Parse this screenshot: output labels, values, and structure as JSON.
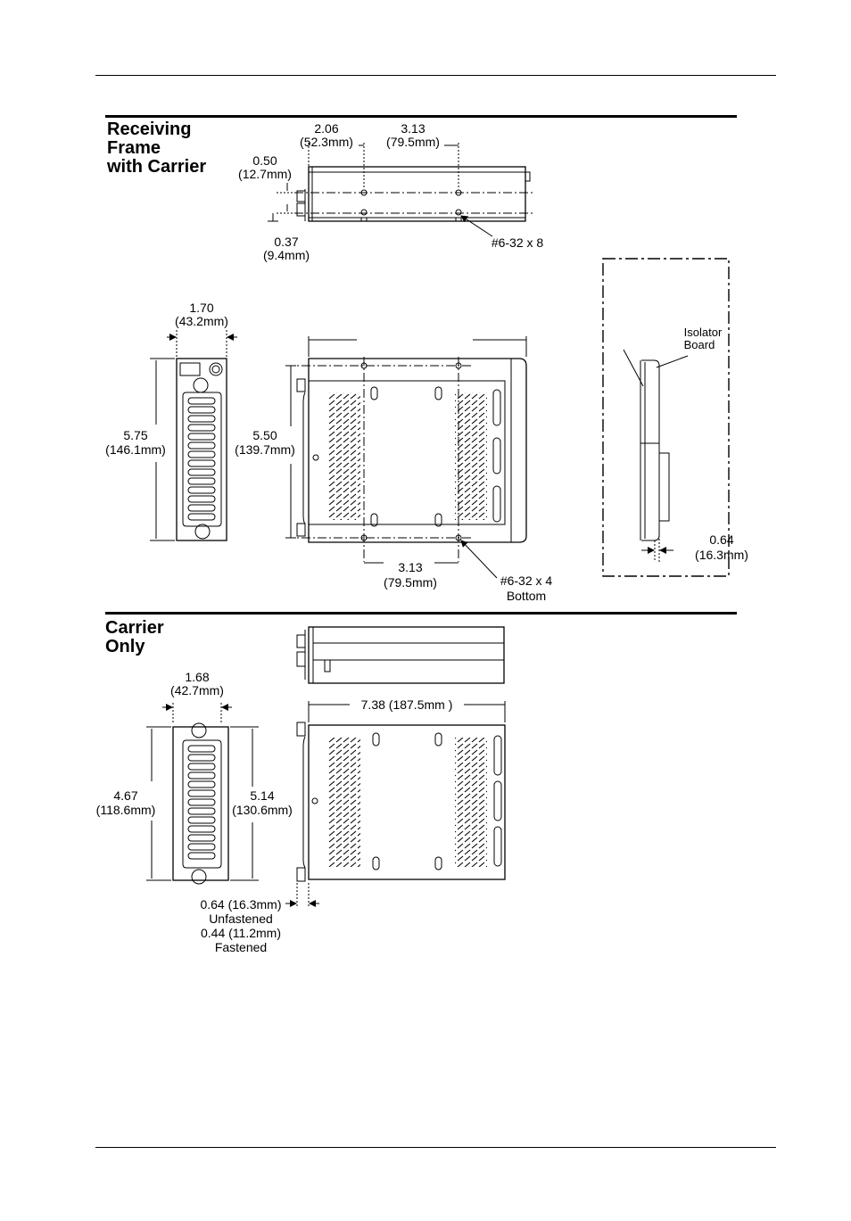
{
  "sections": {
    "receiving": {
      "title_lines": [
        "Receiving",
        "Frame",
        "with Carrier"
      ]
    },
    "carrier": {
      "title_lines": [
        "Carrier",
        "Only"
      ]
    }
  },
  "dims": {
    "d1": [
      "2.06",
      "(52.3mm)"
    ],
    "d2": [
      "3.13",
      "(79.5mm)"
    ],
    "d3": [
      "0.50",
      "(12.7mm)"
    ],
    "d4": [
      "0.37",
      "(9.4mm)"
    ],
    "d5": [
      "#6-32 x 8"
    ],
    "d6": [
      "1.70",
      "(43.2mm)"
    ],
    "d7": [
      "5.75",
      "(146.1mm)"
    ],
    "d8": [
      "5.50",
      "(139.7mm)"
    ],
    "d9": [
      "3.13",
      "(79.5mm)"
    ],
    "d10": [
      "#6-32 x 4",
      "Bottom"
    ],
    "d11": [
      "Isolator",
      "Board"
    ],
    "d12": [
      "0.64",
      "(16.3mm)"
    ],
    "d13": [
      "1.68",
      "(42.7mm)"
    ],
    "d14": [
      "7.38 (187.5mm )"
    ],
    "d15": [
      "4.67",
      "(118.6mm)"
    ],
    "d16": [
      "5.14",
      "(130.6mm)"
    ],
    "d17": [
      "0.64 (16.3mm)",
      "Unfastened",
      "0.44 (11.2mm)",
      "Fastened"
    ]
  }
}
